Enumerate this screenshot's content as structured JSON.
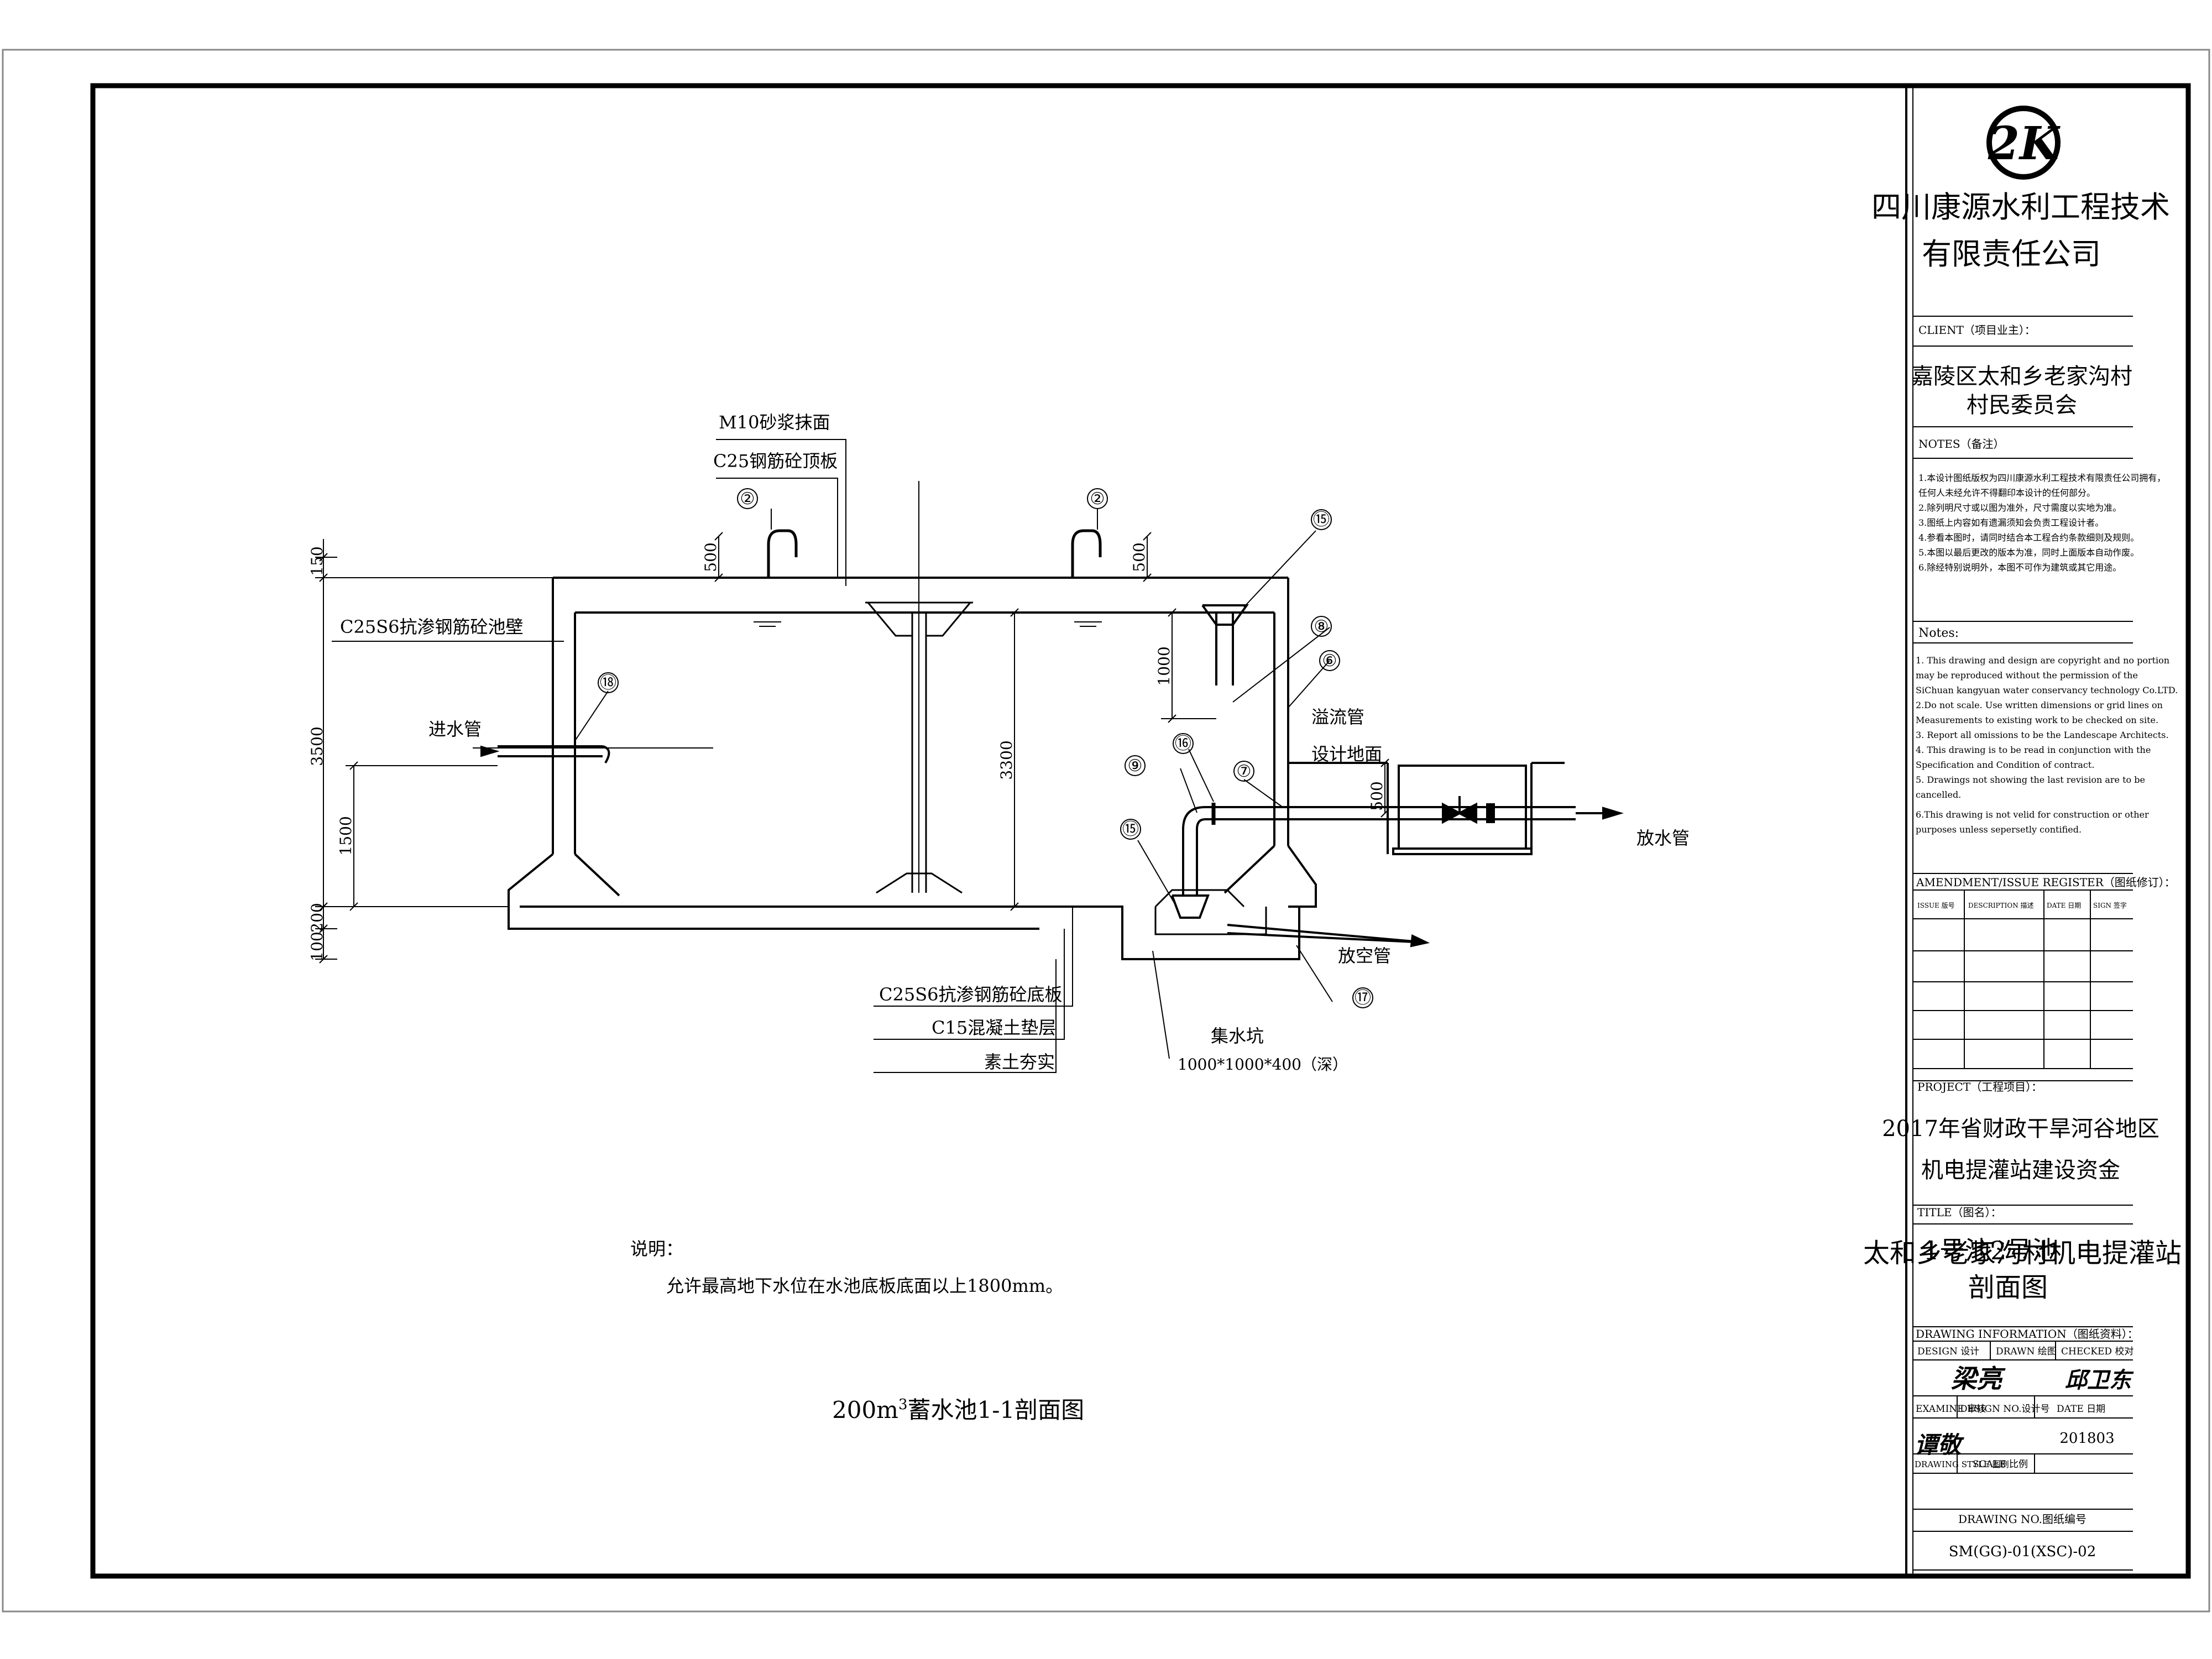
{
  "company": {
    "line1": "四川康源水利工程技术",
    "line2": "有限责任公司",
    "logo_text": "2K",
    "logo": "kangyuan-logo-icon"
  },
  "client": {
    "label": "CLIENT（项目业主）：",
    "line1": "嘉陵区太和乡老家沟村",
    "line2": "村民委员会"
  },
  "notes_cn": {
    "label": "NOTES（备注）",
    "items": [
      "1.本设计图纸版权为四川康源水利工程技术有限责任公司拥有，",
      "   任何人未经允许不得翻印本设计的任何部分。",
      "2.除列明尺寸或以图为准外，尺寸需度以实地为准。",
      "3.图纸上内容如有遗漏须知会负责工程设计者。",
      "4.参看本图时，请同时结合本工程合约条款细则及规则。",
      "5.本图以最后更改的版本为准，同时上面版本自动作废。",
      "6.除经特别说明外，本图不可作为建筑或其它用途。"
    ]
  },
  "notes_en": {
    "label": "Notes:",
    "items": [
      "1. This drawing and design are copyright and no portion",
      "   may be reproduced without the permission of the",
      "   SiChuan kangyuan water conservancy technology Co.LTD.",
      "2.Do not scale. Use written dimensions or grid lines on",
      "  Measurements to existing work to be checked on site.",
      "3. Report all omissions to be the Landescape Architects.",
      "4. This drawing is to be read in conjunction with the",
      "   Specification and Condition of contract.",
      "5. Drawings not showing the last revision are to be",
      "   cancelled.",
      "6.This drawing is not velid for construction or other",
      "  purposes  unless sepersetly contified."
    ]
  },
  "amendment": {
    "label": "AMENDMENT/ISSUE  REGISTER（图纸修订）：",
    "headers": [
      "ISSUE 版号",
      "DESCRIPTION 描述",
      "DATE 日期",
      "SIGN 签字"
    ]
  },
  "project": {
    "label": "PROJECT（工程项目）：",
    "line1": "2017年省财政干旱河谷地区",
    "line2": "机电提灌站建设资金"
  },
  "title": {
    "label": "TITLE（图名）：",
    "line1": "太和乡老家沟村机电提灌站",
    "line1_overlay": "1号池2号池",
    "line2": "剖面图"
  },
  "drawing_info": {
    "label": "DRAWING   INFORMATION（图纸资料）：",
    "design": "DESIGN  设计",
    "drawn": "DRAWN  绘图",
    "checked": "CHECKED  校对",
    "examine": "EXAMINE  审核",
    "design_no": "DESIGN NO.设计号",
    "date_label": "DATE  日期",
    "date_value": "201803",
    "drawing_style": "DRAWING STYLE  图例",
    "scale": "SCALE  比例",
    "drawing_no_label": "DRAWING NO.图纸编号",
    "drawing_no": "SM(GG)-01(XSC)-02"
  },
  "signatures": [
    "梁亮",
    "邱卫东",
    "谭敬"
  ],
  "drawing": {
    "main_title": "200m",
    "main_title_sup": "3",
    "main_title_rest": "蓄水池1-1剖面图",
    "layers_top": [
      "M10砂浆抹面",
      "C25钢筋砼顶板"
    ],
    "wall": "C25S6抗渗钢筋砼池壁",
    "layers_bottom": [
      "C25S6抗渗钢筋砼底板",
      "C15混凝土垫层",
      "素土夯实"
    ],
    "inlet": "进水管",
    "overflow": "溢流管",
    "ground": "设计地面",
    "outlet": "放水管",
    "drain": "放空管",
    "sump": "集水坑",
    "sump_size": "1000*1000*400（深）",
    "note_label": "说明：",
    "note_text": "允许最高地下水位在水池底板底面以上1800mm。",
    "dims": {
      "d150": "150",
      "d3500": "3500",
      "d1500": "1500",
      "d200": "200",
      "d100": "100",
      "d500a": "500",
      "d500b": "500",
      "d500c": "500",
      "d1000": "1000",
      "d3300": "3300"
    },
    "callouts": {
      "c2a": "②",
      "c2b": "②",
      "c15a": "⑮",
      "c8": "⑧",
      "c6": "⑥",
      "c18": "⑱",
      "c16": "⑯",
      "c9": "⑨",
      "c7": "⑦",
      "c15b": "⑮",
      "c17": "⑰"
    }
  }
}
